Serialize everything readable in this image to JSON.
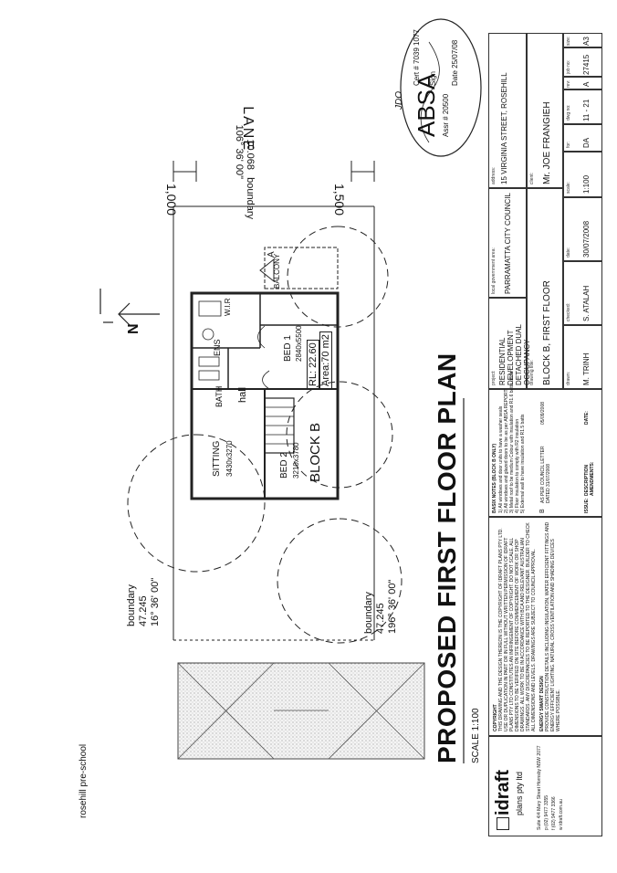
{
  "neighbor": {
    "label": "rosehill pre-school"
  },
  "boundaries": {
    "left": {
      "label": "boundary",
      "length": "47.245",
      "bearing": "16° 36' 00\""
    },
    "bottom": {
      "label": "boundary",
      "length": "47.245",
      "bearing": "196° 36' 00\""
    },
    "top": {
      "label": "boundary",
      "length": "10.068",
      "bearing": "106° 36' 00\""
    },
    "lane": "LANE",
    "setback_top": "1,000",
    "setback_right": "1,500"
  },
  "north_label": "N",
  "section_marker": "A",
  "rooms": {
    "sitting": {
      "name": "SITTING",
      "dims": "3430x3270"
    },
    "bed1": {
      "name": "BED 1",
      "dims": "2840x5500"
    },
    "bed2": {
      "name": "BED 2",
      "dims": "3210x3780"
    },
    "bath": "BATH",
    "ens": "ENS",
    "wir": "W.I.R",
    "hall": "hall",
    "balcony": "BALCONY",
    "block": "BLOCK B",
    "rl": "RL: 22.60",
    "area": "Area:70 m2"
  },
  "title": "PROPOSED FIRST FLOOR PLAN",
  "scale": "SCALE 1:100",
  "stamp": {
    "brand": "ABSA",
    "assr": "Assr # 20500",
    "cert": "Cert # 7039 1077",
    "sign": "Sign",
    "date": "Date 25/07/08",
    "initials": "JDO"
  },
  "basix": {
    "heading": "BASIX NOTES (BLOCK B ONLY)",
    "notes": [
      "1) All windows and door units to have a washer seals",
      "2) All windows and glazed doors to be as per ABSA REPORT",
      "3) Metal roof to be medium Colour with insulation and R1.6 batts under",
      "4) Floor insulation to comply with R2 insulation",
      "5) External wall to have insulation and R1.5 batts"
    ]
  },
  "amendments": {
    "issue_label": "ISSUE:",
    "description_label": "DESCRIPTION AMENDMENTS:",
    "date_label": "DATE:",
    "rows": [
      {
        "issue": "B",
        "description": "AS PER COUNCIL LETTER DATED 31/07/2008",
        "date": "05/09/2008"
      }
    ]
  },
  "copyright": {
    "heading": "COPYRIGHT",
    "text": "THIS DRAWING AND THE DESIGN THEREON IS THE COPYRIGHT OF IDRAFT PLANS PTY LTD. USE OR DUPLICATION IN PART OR IN FULL WITHOUT WRITTEN PERMISSION OF IDRAFT PLANS PTY LTD CONSTITUTES AN INFRINGEMENT OF COPYRIGHT. DO NOT SCALE. ALL DIMENSIONS TO BE VERIFIED ON SITE BEFORE COMMENCEMENT OF WORK OR SHOP DRAWINGS. ALL WORK TO BE IN ACCORDANCE WITH BCA AND RELEVANT AUSTRALIAN STANDARDS. ANY DISCREPANCIES TO BE REPORTED TO THE DESIGNER. BUILDER TO CHECK ALL DIMENSIONS AND LEVELS. DRAWINGS ARE SUBJECT TO COUNCIL APPROVAL.",
    "energy_heading": "ENERGY SMART DESIGN",
    "energy_text": "PROVIDE CONSTRUCTION DETAILS INCLUDING INSULATION, WATER EFFICIENT FITTINGS AND ENERGY EFFICIENT LIGHTING. NATURAL CROSS VENTILATION AND SHADING DEVICES WHERE POSSIBLE."
  },
  "company": {
    "name": "idraft",
    "tagline": "plans pty ltd",
    "address": "Suite 4/4 Mary Street Hornsby NSW 2077",
    "phone": "p (02) 9477 3355",
    "fax": "f (02) 9477 3366",
    "web": "w idraft.com.au"
  },
  "project": {
    "label": "project:",
    "value": "RESIDENTIAL DEVELOPMENT DETACHED DUAL OCCUPANCY"
  },
  "address": {
    "label": "address:",
    "value": "15 VIRGINIA STREET, ROSEHILL"
  },
  "local_authority": {
    "label": "local government area:",
    "value": "PARRAMATTA CITY COUNCIL"
  },
  "client": {
    "label": "client:",
    "value": "Mr. JOE FRANGIEH"
  },
  "drawing": {
    "label": "drawing title:",
    "value": "BLOCK B, FIRST FLOOR"
  },
  "drawn": {
    "label": "drawn:",
    "value": "M. TRINH"
  },
  "checked": {
    "label": "checked:",
    "value": "S. ATALAH"
  },
  "date": {
    "label": "date:",
    "value": "30/07/2008"
  },
  "scale_field": {
    "label": "scale:",
    "value": "1:100"
  },
  "for": {
    "label": "for:",
    "value": "DA"
  },
  "dwg_no": {
    "label": "dwg no:",
    "value": "11 - 21"
  },
  "rev": {
    "label": "rev:",
    "value": "A"
  },
  "job_no": {
    "label": "job no:",
    "value": "27415"
  },
  "sheet_size": {
    "label": "size:",
    "value": "A3"
  }
}
